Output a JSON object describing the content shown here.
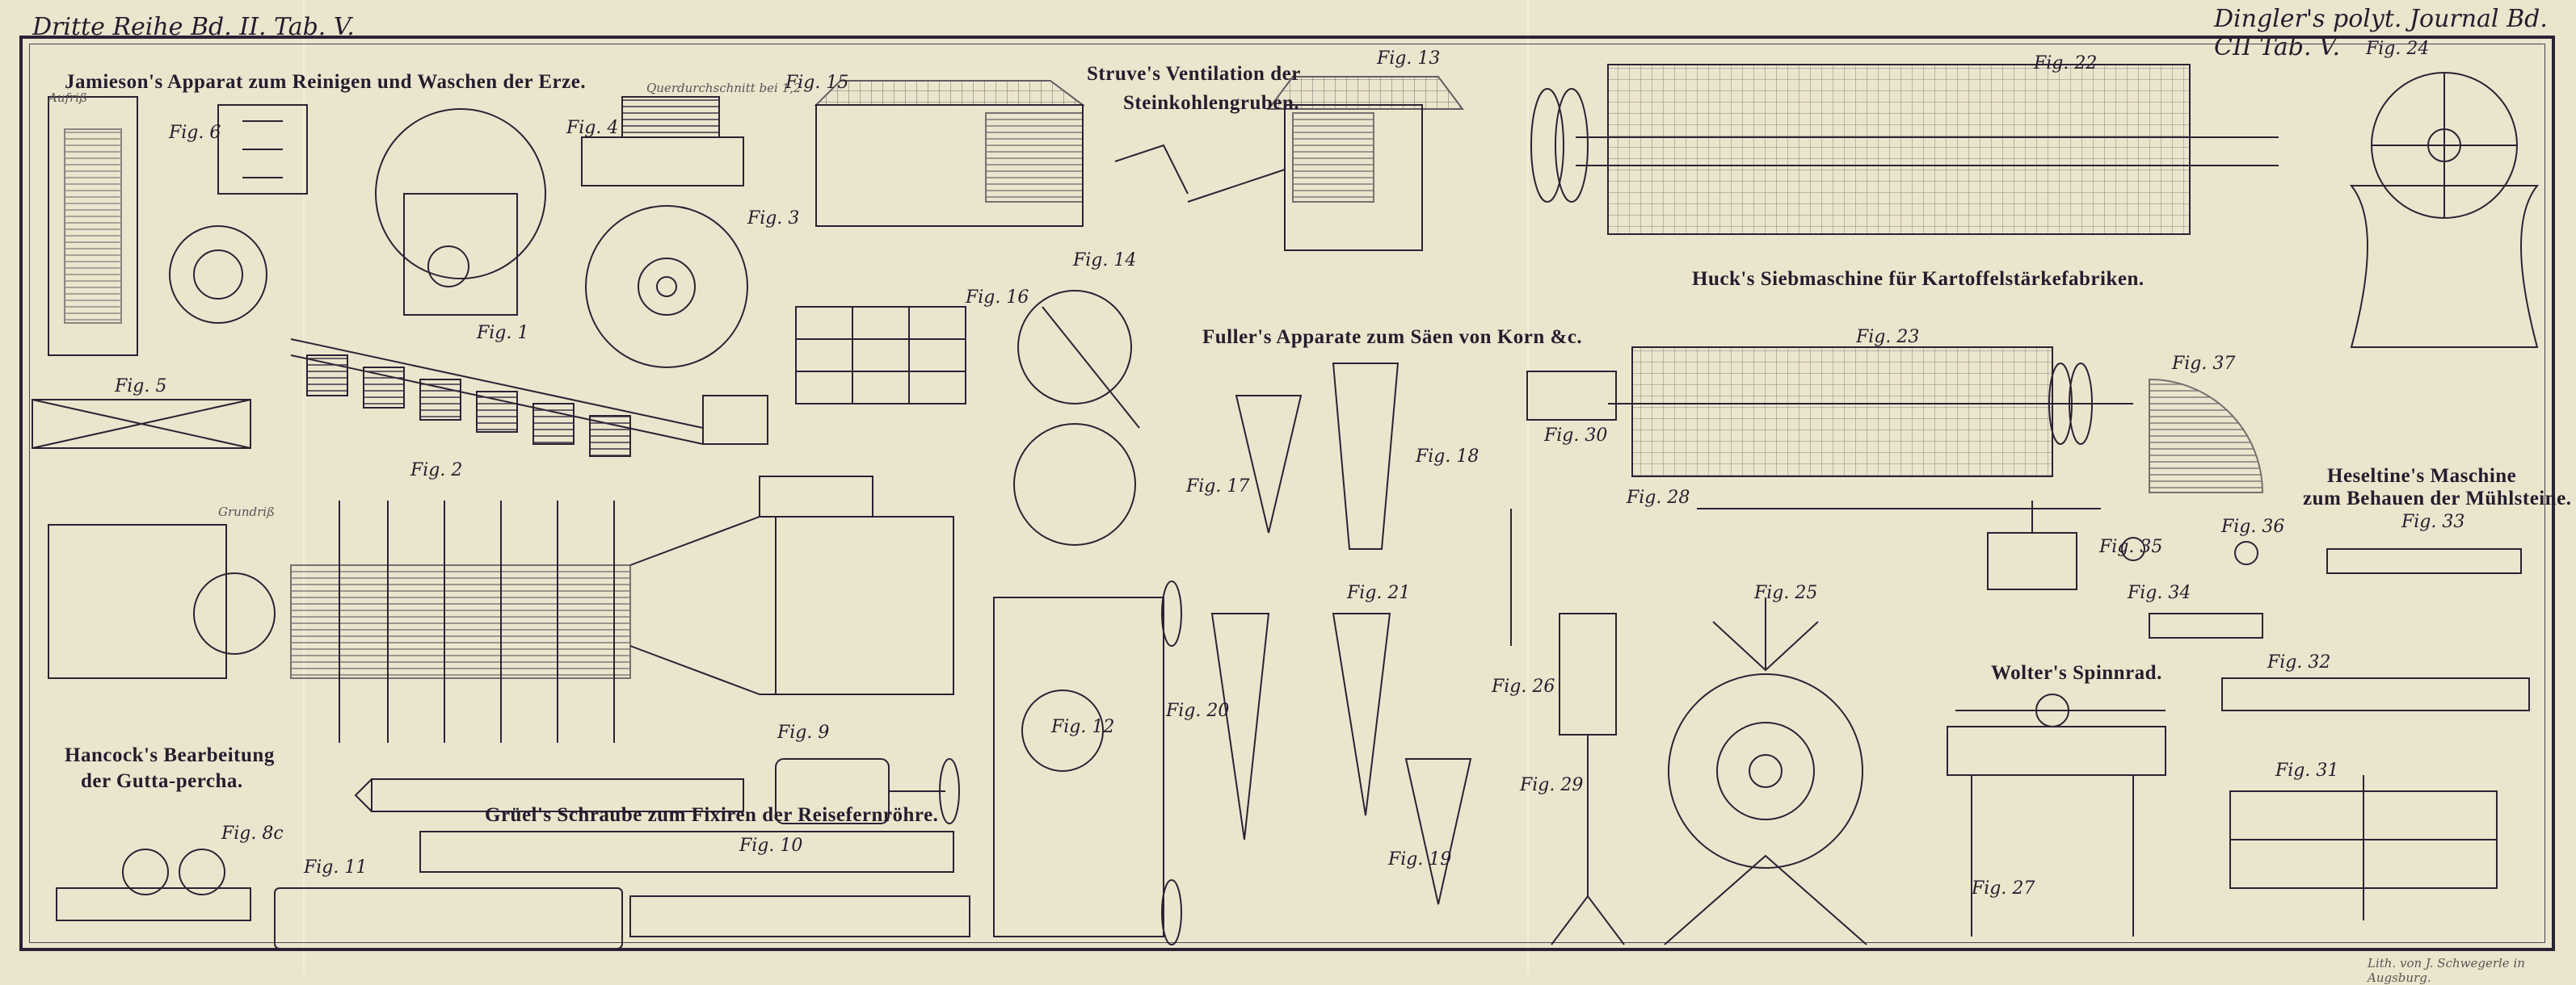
{
  "header": {
    "left": "Dritte Reihe Bd. II. Tab. V.",
    "right": "Dingler's polyt. Journal Bd. CII Tab. V."
  },
  "titles": {
    "jamieson": "Jamieson's Apparat zum Reinigen und Waschen der Erze.",
    "struve_1": "Struve's Ventilation der",
    "struve_2": "Steinkohlengruben.",
    "huck": "Huck's Siebmaschine für Kartoffelstärkefabriken.",
    "fuller": "Fuller's Apparate zum Säen von Korn &c.",
    "heseltine_1": "Heseltine's Maschine",
    "heseltine_2": "zum Behauen der Mühlsteine.",
    "hancock_1": "Hancock's Bearbeitung",
    "hancock_2": "der Gutta-percha.",
    "gruel": "Grüel's Schraube zum Fixiren der Reisefernröhre.",
    "wolter": "Wolter's Spinnrad."
  },
  "captions": {
    "querdurchschnitt": "Querdurchschnitt bei 1,2",
    "grundriss": "Grundriß",
    "aufriss": "Aufriß"
  },
  "figures": [
    "Fig. 1",
    "Fig. 2",
    "Fig. 3",
    "Fig. 4",
    "Fig. 5",
    "Fig. 6",
    "Fig. 8c",
    "Fig. 9",
    "Fig. 10",
    "Fig. 11",
    "Fig. 12",
    "Fig. 13",
    "Fig. 14",
    "Fig. 15",
    "Fig. 16",
    "Fig. 17",
    "Fig. 18",
    "Fig. 19",
    "Fig. 20",
    "Fig. 21",
    "Fig. 22",
    "Fig. 23",
    "Fig. 24",
    "Fig. 25",
    "Fig. 26",
    "Fig. 27",
    "Fig. 28",
    "Fig. 29",
    "Fig. 30",
    "Fig. 31",
    "Fig. 32",
    "Fig. 33",
    "Fig. 34",
    "Fig. 35",
    "Fig. 36",
    "Fig. 37"
  ],
  "imprint": "Lith. von J. Schwegerle in Augsburg."
}
